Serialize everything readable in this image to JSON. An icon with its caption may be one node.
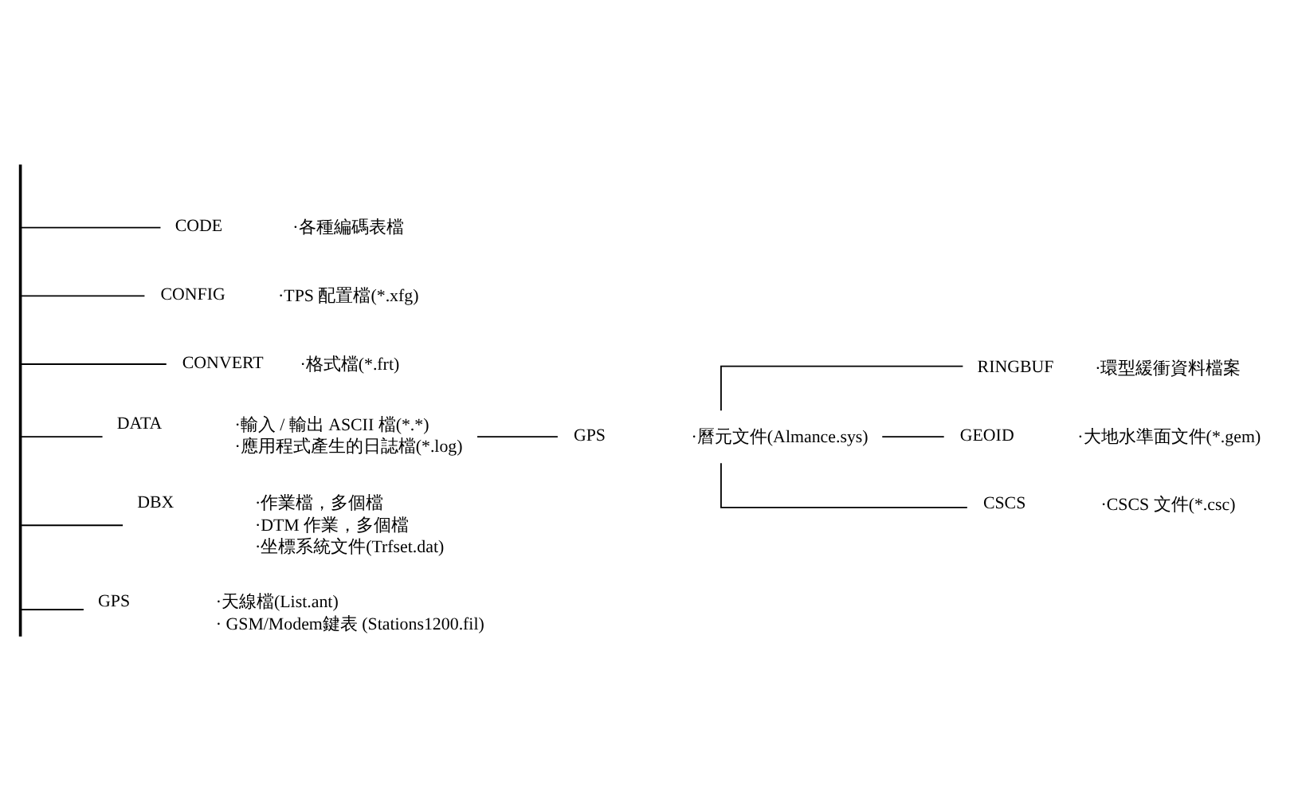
{
  "diagram": {
    "nodes": [
      {
        "text": [],
        "shape": "bar"
      },
      {
        "text": [
          "CODE"
        ],
        "beside": [
          "·各種編碼表檔"
        ]
      },
      {
        "text": [
          "CONFIG"
        ],
        "beside": [
          "·TPS 配置檔(*.xfg)"
        ]
      },
      {
        "text": [
          "CONVERT"
        ],
        "beside": [
          "·格式檔(*.frt)"
        ]
      },
      {
        "text": [
          "DATA"
        ],
        "beside": [
          "·輸入 / 輸出 ASCII 檔(*.*)",
          "·應用程式產生的日誌檔(*.log)"
        ]
      },
      {
        "text": [
          "GPS"
        ],
        "beside": [
          "·曆元文件(Almance.sys)"
        ]
      },
      {
        "text": [
          "RINGBUF"
        ],
        "beside": [
          "·環型緩衝資料檔案"
        ]
      },
      {
        "text": [
          "GEOID"
        ],
        "beside": [
          "·大地水準面文件(*.gem)"
        ]
      },
      {
        "text": [
          "CSCS"
        ],
        "beside": [
          "·CSCS 文件(*.csc)"
        ]
      },
      {
        "text": [
          "DBX"
        ],
        "beside": [
          "·作業檔，多個檔",
          "·DTM 作業，多個檔",
          "·坐標系統文件(Trfset.dat)"
        ]
      },
      {
        "text": [
          "GPS"
        ],
        "beside": [
          "·天線檔(List.ant)",
          "· GSM/Modem鍵表 (Stations1200.fil)"
        ]
      }
    ],
    "edges": [
      {
        "from": 0,
        "to": 1,
        "arrow": "none"
      },
      {
        "from": 0,
        "to": 2,
        "arrow": "none"
      },
      {
        "from": 0,
        "to": 3,
        "arrow": "none"
      },
      {
        "from": 0,
        "to": 4,
        "arrow": "none"
      },
      {
        "from": 4,
        "to": 5,
        "arrow": "none"
      },
      {
        "from": 5,
        "to": 6,
        "arrow": "none"
      },
      {
        "from": 5,
        "to": 7,
        "arrow": "none"
      },
      {
        "from": 5,
        "to": 8,
        "arrow": "none"
      },
      {
        "from": 0,
        "to": 9,
        "arrow": "none"
      },
      {
        "from": 0,
        "to": 10,
        "arrow": "none"
      }
    ]
  }
}
